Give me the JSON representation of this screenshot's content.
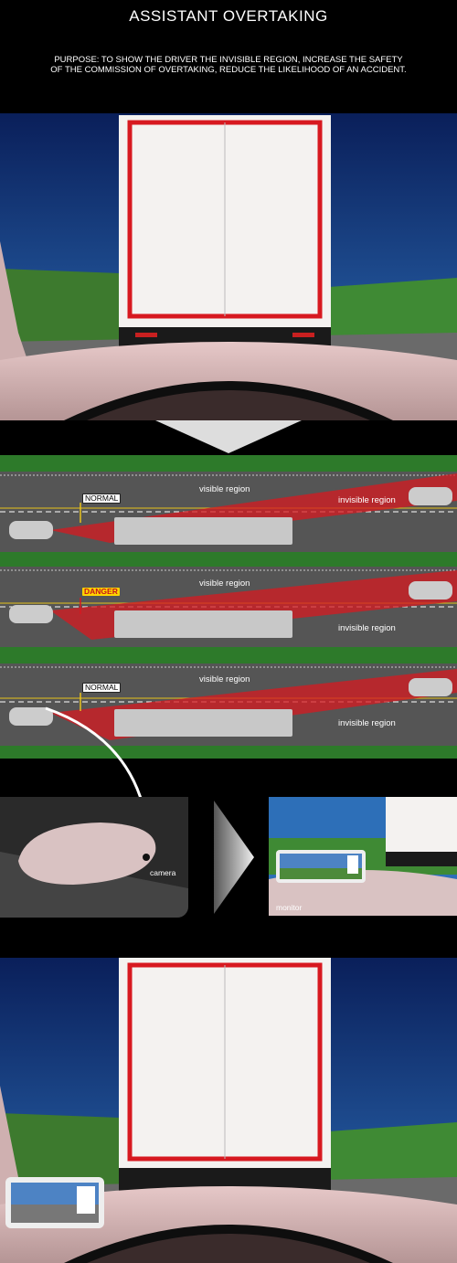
{
  "header": {
    "title": "ASSISTANT OVERTAKING",
    "purpose_line1": "PURPOSE: TO SHOW THE DRIVER THE INVISIBLE REGION, INCREASE THE SAFETY",
    "purpose_line2": "OF THE COMMISSION OF OVERTAKING, REDUCE THE LIKELIHOOD OF AN ACCIDENT."
  },
  "diagrams": [
    {
      "badge": "NORMAL",
      "visible": "visible region",
      "invisible": "invisible region",
      "state": "normal"
    },
    {
      "badge": "DANGER",
      "visible": "visible region",
      "invisible": "invisible region",
      "state": "danger"
    },
    {
      "badge": "NORMAL",
      "visible": "visible region",
      "invisible": "invisible region",
      "state": "normal"
    }
  ],
  "captions": {
    "camera": "camera",
    "monitor": "monitor"
  },
  "colors": {
    "danger_badge": "#ffd400",
    "region_red": "#d71920",
    "grass": "#2d7a2a"
  }
}
